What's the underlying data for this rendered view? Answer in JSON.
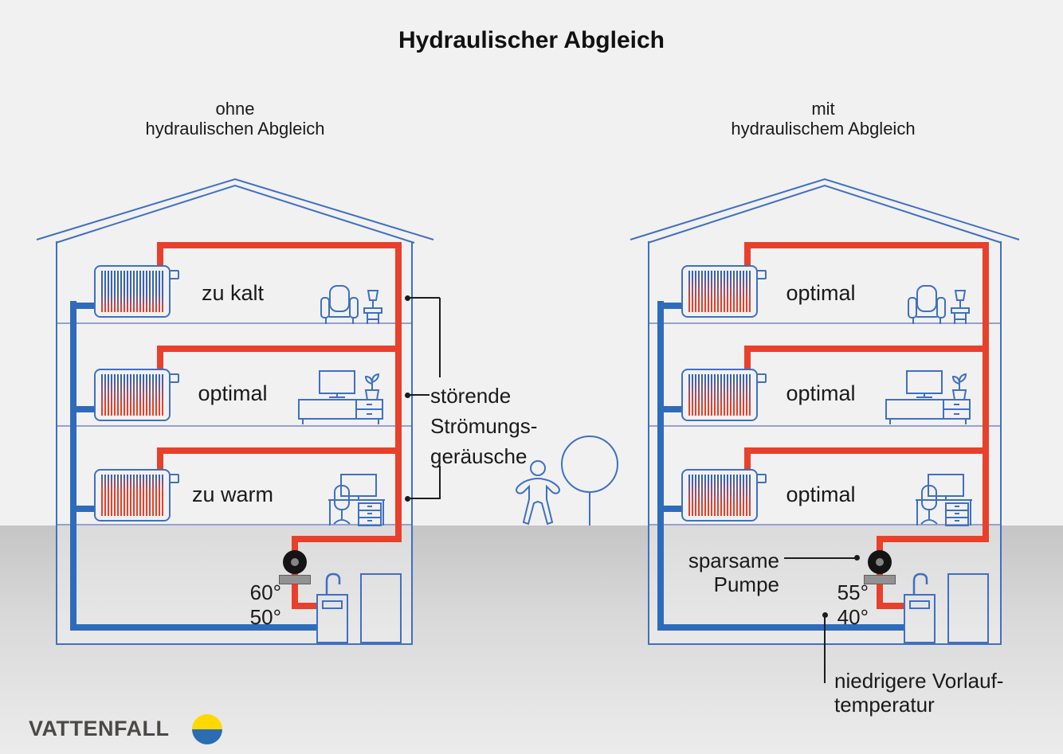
{
  "title": "Hydraulischer Abgleich",
  "left_panel": {
    "header": {
      "line1": "ohne",
      "line2": "hydraulischen Abgleich"
    },
    "floors": [
      {
        "label": "zu kalt"
      },
      {
        "label": "optimal"
      },
      {
        "label": "zu warm"
      }
    ],
    "supply_temp": "60°",
    "return_temp": "50°"
  },
  "right_panel": {
    "header": {
      "line1": "mit",
      "line2": "hydraulischem Abgleich"
    },
    "floors": [
      {
        "label": "optimal"
      },
      {
        "label": "optimal"
      },
      {
        "label": "optimal"
      }
    ],
    "supply_temp": "55°",
    "return_temp": "40°",
    "pump_annotation": {
      "line1": "sparsame",
      "line2": "Pumpe"
    },
    "flow_annotation": {
      "line1": "niedrigere Vorlauf-",
      "line2": "temperatur"
    }
  },
  "center_annotation": {
    "line1": "störende",
    "line2": "Strömungs-",
    "line3": "geräusche"
  },
  "logo": {
    "brand": "VATTENFALL"
  },
  "colors": {
    "pipe_hot": "#e8402a",
    "pipe_cold": "#2e6bbb",
    "outline_blue": "#3f70c0",
    "logo_yellow": "#ffd800",
    "logo_blue": "#2c6cb3"
  }
}
